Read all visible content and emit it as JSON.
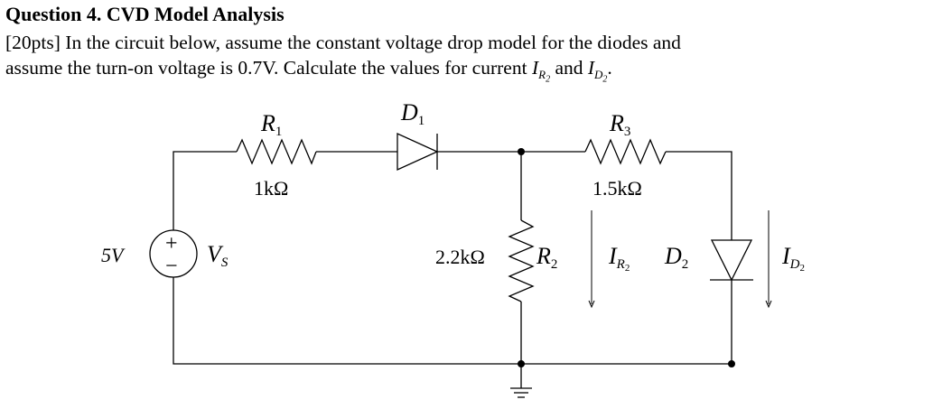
{
  "question": {
    "heading": "Question 4. CVD Model Analysis",
    "line1": "[20pts] In the circuit below, assume the constant voltage drop model for the diodes and",
    "line2_text": "assume the turn-on voltage is 0.7V. Calculate the values for current ",
    "line2_var1": "I",
    "line2_var1_sub": "R",
    "line2_var1_subsub": "2",
    "line2_and": " and ",
    "line2_var2": "I",
    "line2_var2_sub": "D",
    "line2_var2_subsub": "2",
    "line2_end": "."
  },
  "circuit": {
    "r1": {
      "symbol": "R",
      "sub": "1",
      "value": "1kΩ"
    },
    "d1": {
      "symbol": "D",
      "sub": "1"
    },
    "r3": {
      "symbol": "R",
      "sub": "3",
      "value": "1.5kΩ"
    },
    "r2": {
      "symbol": "R",
      "sub": "2",
      "value": "2.2kΩ"
    },
    "d2": {
      "symbol": "D",
      "sub": "2"
    },
    "source": {
      "value": "5V",
      "symbol": "V",
      "sub": "S",
      "plus": "+",
      "minus": "−"
    },
    "current_r2": {
      "symbol": "I",
      "sub": "R",
      "subsub": "2"
    },
    "current_d2": {
      "symbol": "I",
      "sub": "D",
      "subsub": "2"
    }
  }
}
